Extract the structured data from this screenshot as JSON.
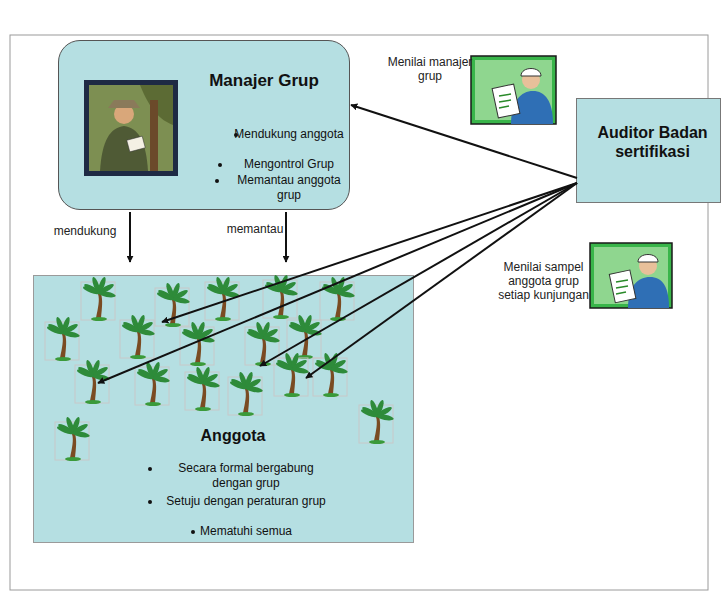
{
  "diagram": {
    "nodes": [
      {
        "text": [
          "Manajer Grup",
          "Mendukung anggota",
          "Mengontrol Grup",
          "Memantau anggota grup"
        ]
      },
      {
        "text": [
          "Anggota",
          "Secara formal bergabung dengan grup",
          "Setuju dengan peraturan grup",
          "Mematuhi semua"
        ]
      },
      {
        "text": [
          "Auditor Badan sertifikasi"
        ]
      }
    ],
    "edges": [
      {
        "from": 0,
        "to": 1,
        "arrow": "to",
        "label": "mendukung"
      },
      {
        "from": 0,
        "to": 1,
        "arrow": "to",
        "label": "memantau"
      },
      {
        "from": 2,
        "to": 0,
        "arrow": "to"
      },
      {
        "from": 2,
        "to": 1,
        "arrow": "to"
      },
      {
        "from": 2,
        "to": 1,
        "arrow": "to"
      },
      {
        "from": 2,
        "to": 1,
        "arrow": "to"
      },
      {
        "from": 2,
        "to": 1,
        "arrow": "to"
      }
    ],
    "labels": [
      "Menilai manajer grup",
      "Menilai sampel anggota grup setiap kunjungan"
    ]
  }
}
